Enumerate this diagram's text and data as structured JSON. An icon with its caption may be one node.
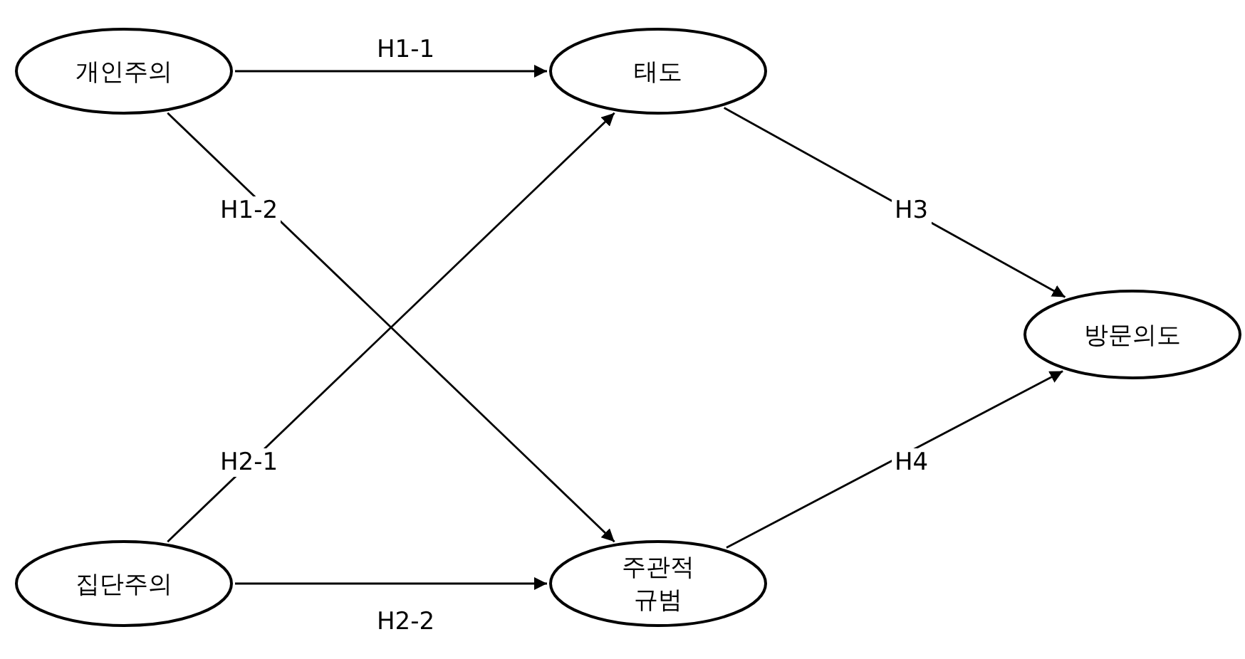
{
  "diagram": {
    "nodes": [
      {
        "text": [
          "개인주의"
        ]
      },
      {
        "text": [
          "태도"
        ]
      },
      {
        "text": [
          "방문의도"
        ]
      },
      {
        "text": [
          "집단주의"
        ]
      },
      {
        "text": [
          "주관적 규범"
        ]
      }
    ],
    "edges": [
      {
        "from": 0,
        "to": 1,
        "arrow": "to",
        "label": "H1-1"
      },
      {
        "from": 0,
        "to": 4,
        "arrow": "to",
        "label": "H1-2"
      },
      {
        "from": 3,
        "to": 1,
        "arrow": "to",
        "label": "H2-1"
      },
      {
        "from": 3,
        "to": 4,
        "arrow": "to",
        "label": "H2-2"
      },
      {
        "from": 1,
        "to": 2,
        "arrow": "to",
        "label": "H3"
      },
      {
        "from": 4,
        "to": 2,
        "arrow": "to",
        "label": "H4"
      }
    ]
  }
}
